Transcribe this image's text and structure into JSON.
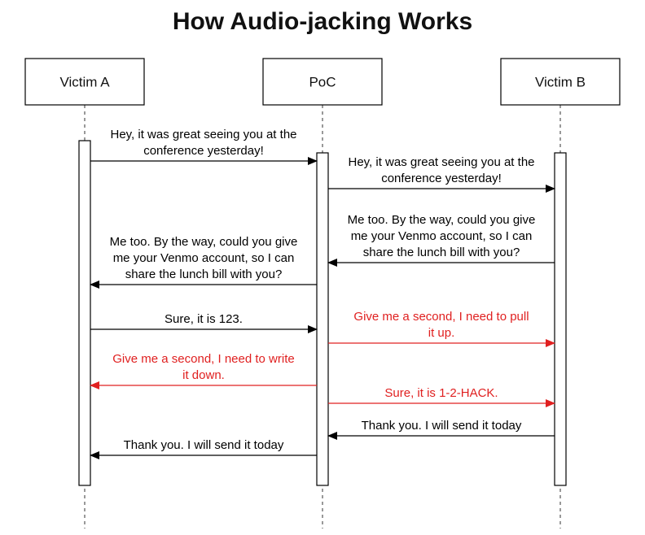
{
  "title": "How Audio-jacking Works",
  "colors": {
    "normal": "#000000",
    "attack": "#e02020"
  },
  "actors": [
    {
      "id": "victim-a",
      "label": "Victim A"
    },
    {
      "id": "poc",
      "label": "PoC"
    },
    {
      "id": "victim-b",
      "label": "Victim B"
    }
  ],
  "messages": [
    {
      "from": "victim-a",
      "to": "poc",
      "lines": [
        "Hey, it was great seeing you at the",
        "conference yesterday!"
      ],
      "style": "normal"
    },
    {
      "from": "poc",
      "to": "victim-b",
      "lines": [
        "Hey, it was great seeing you at the",
        "conference yesterday!"
      ],
      "style": "normal"
    },
    {
      "from": "victim-b",
      "to": "poc",
      "lines": [
        "Me too.  By the way, could you give",
        "me your Venmo account, so I can",
        "share the lunch bill with you?"
      ],
      "style": "normal"
    },
    {
      "from": "poc",
      "to": "victim-a",
      "lines": [
        "Me too.  By the way, could you give",
        "me your Venmo account, so I can",
        "share the lunch bill with you?"
      ],
      "style": "normal"
    },
    {
      "from": "victim-a",
      "to": "poc",
      "lines": [
        "Sure, it is 123."
      ],
      "style": "normal"
    },
    {
      "from": "poc",
      "to": "victim-b",
      "lines": [
        "Give me a second, I need to pull",
        "it up."
      ],
      "style": "attack"
    },
    {
      "from": "poc",
      "to": "victim-a",
      "lines": [
        "Give me a second, I need to write",
        "it down."
      ],
      "style": "attack"
    },
    {
      "from": "poc",
      "to": "victim-b",
      "lines": [
        "Sure, it is 1-2-HACK."
      ],
      "style": "attack"
    },
    {
      "from": "victim-b",
      "to": "poc",
      "lines": [
        "Thank you. I will send it today"
      ],
      "style": "normal"
    },
    {
      "from": "poc",
      "to": "victim-a",
      "lines": [
        "Thank you. I will send it today"
      ],
      "style": "normal"
    }
  ]
}
